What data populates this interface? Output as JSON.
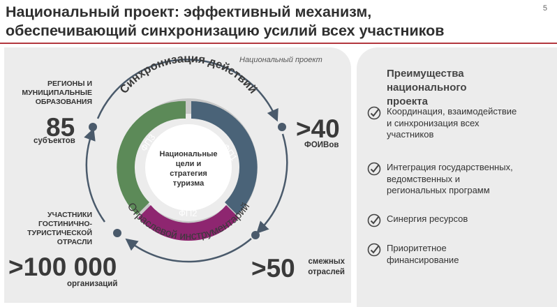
{
  "header": {
    "title_line1": "Национальный проект: эффективный механизм,",
    "title_line2": "обеспечивающий синхронизацию усилий всех участников",
    "page_number": "5"
  },
  "diagram": {
    "caption": "Национальный проект",
    "arc_top": "Синхронизация действий",
    "arc_bottom": "Отраслевой инструментарий",
    "center_line1": "Национальные",
    "center_line2": "цели и",
    "center_line3": "стратегия",
    "center_line4": "туризма",
    "segments": [
      {
        "label": "ФП1",
        "color": "#4a6378"
      },
      {
        "label": "ФП2",
        "color": "#8e2670"
      },
      {
        "label": "ФП3",
        "color": "#5c8a58"
      }
    ],
    "regions": {
      "label_line1": "РЕГИОНЫ И",
      "label_line2": "МУНИЦИПАЛЬНЫЕ",
      "label_line3": "ОБРАЗОВАНИЯ",
      "value": "85",
      "unit": "субъектов"
    },
    "foiv": {
      "value": ">40",
      "unit": "ФОИВов"
    },
    "participants": {
      "label_line1": "УЧАСТНИКИ",
      "label_line2": "ГОСТИНИЧНО-",
      "label_line3": "ТУРИСТИЧЕСКОЙ",
      "label_line4": "ОТРАСЛИ",
      "value": ">100 000",
      "unit": "организаций"
    },
    "related": {
      "value": ">50",
      "unit_line1": "смежных",
      "unit_line2": "отраслей"
    }
  },
  "advantages": {
    "title_line1": "Преимущества",
    "title_line2": "национального проекта",
    "items": [
      {
        "line1": "Координация, взаимодействие",
        "line2": "и синхронизация всех",
        "line3": "участников",
        "icon": "check-circle-icon"
      },
      {
        "line1": "Интеграция государственных,",
        "line2": "ведомственных и",
        "line3": "региональных программ",
        "icon": "check-circle-icon"
      },
      {
        "line1": "Синергия ресурсов",
        "line2": "",
        "line3": "",
        "icon": "check-circle-icon"
      },
      {
        "line1": "Приоритетное",
        "line2": "финансирование",
        "line3": "",
        "icon": "check-circle-icon"
      }
    ]
  },
  "colors": {
    "accent_rule": "#b3373e",
    "ring": "#4a5a6b",
    "panel": "#ececec"
  }
}
